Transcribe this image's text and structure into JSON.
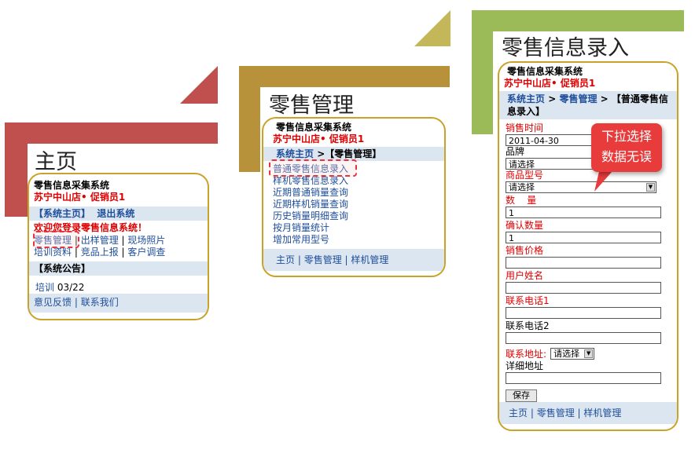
{
  "common": {
    "system_name": "零售信息采集系统",
    "store_line": "苏宁中山店• 促销员1"
  },
  "home": {
    "big_title": "主页",
    "nav_home": "【系统主页】",
    "nav_logout": "退出系统",
    "welcome": "欢迎您登录零售信息系统！",
    "menu_row1": [
      "零售管理",
      "出样管理",
      "现场照片"
    ],
    "menu_row2": [
      "培训资料",
      "竞品上报",
      "客户调查"
    ],
    "announce_title": "【系统公告】",
    "announce_item": "培训",
    "announce_date": "03/22",
    "footer": [
      "意见反馈",
      "联系我们"
    ]
  },
  "retail": {
    "big_title": "零售管理",
    "breadcrumb_home": "系统主页",
    "breadcrumb_sep": ">",
    "breadcrumb_current": "【零售管理】",
    "menu": [
      "普通零售信息录入",
      "样机零售信息录入",
      "近期普通销量查询",
      "近期样机销量查询",
      "历史销量明细查询",
      "按月销量统计",
      "增加常用型号"
    ],
    "footer": [
      "主页",
      "零售管理",
      "样机管理"
    ]
  },
  "entry": {
    "big_title": "零售信息录入",
    "breadcrumb_home": "系统主页",
    "breadcrumb_sep": ">",
    "breadcrumb_mid": "零售管理",
    "breadcrumb_current": "【普通零售信息录入】",
    "sale_time_label": "销售时间",
    "sale_time_value": "2011-04-30",
    "brand_label": "品牌",
    "brand_value": "请选择",
    "model_label": "商品型号",
    "model_value": "请选择",
    "qty_label": "数    量",
    "qty_value": "1",
    "confirm_qty_label": "确认数量",
    "confirm_qty_value": "1",
    "price_label": "销售价格",
    "price_value": "",
    "user_name_label": "用户姓名",
    "user_name_value": "",
    "phone1_label": "联系电话1",
    "phone1_value": "",
    "phone2_label": "联系电话2",
    "phone2_value": "",
    "address_label": "联系地址:",
    "address_value": "请选择",
    "detail_address_label": "详细地址",
    "detail_address_value": "",
    "save_label": "保存",
    "footer": [
      "主页",
      "零售管理",
      "样机管理"
    ]
  },
  "callout": {
    "line1": "下拉选择",
    "line2": "数据无误"
  },
  "colors": {
    "red_bar": "#c0504d",
    "tan_bar": "#b8923b",
    "green_bar": "#9bbb59",
    "panel_border": "#c9a227",
    "link_blue": "#1f4e9a",
    "light_blue": "#dce6f1",
    "accent_red": "#dd0000"
  }
}
